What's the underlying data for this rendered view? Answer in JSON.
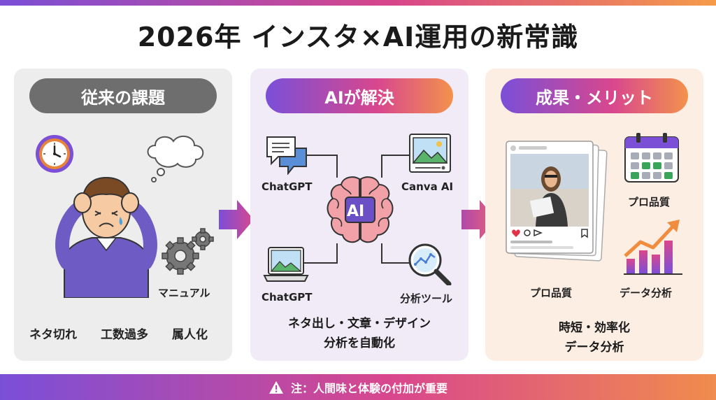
{
  "title": "2026年 インスタ×AI運用の新常識",
  "panels": {
    "left": {
      "header": "従来の課題",
      "manual_label": "マニュアル",
      "issues": [
        "ネタ切れ",
        "工数過多",
        "属人化"
      ]
    },
    "middle": {
      "header": "AIが解決",
      "tools": [
        "ChatGPT",
        "Canva AI",
        "ChatGPT",
        "分析ツール"
      ],
      "center_badge": "AI",
      "bottom_lines": [
        "ネタ出し・文章・デザイン",
        "分析を自動化"
      ]
    },
    "right": {
      "header": "成果・メリット",
      "labels": [
        "プロ品質",
        "プロ品質",
        "データ分析"
      ],
      "bottom_lines": [
        "時短・効率化",
        "データ分析"
      ]
    }
  },
  "footer": "注：人間味と体験の付加が重要",
  "colors": {
    "gradient_start": "#7a4fd8",
    "gradient_mid": "#d9478d",
    "gradient_end": "#f3924c",
    "left_pill": "#6e6e6e"
  },
  "icons": [
    "clock-icon",
    "thought-bubble-icon",
    "stressed-person-icon",
    "gears-icon",
    "chat-bubbles-icon",
    "image-icon",
    "brain-icon",
    "laptop-icon",
    "magnifier-chart-icon",
    "instagram-post-icon",
    "calendar-check-icon",
    "growth-chart-icon",
    "warning-icon"
  ]
}
